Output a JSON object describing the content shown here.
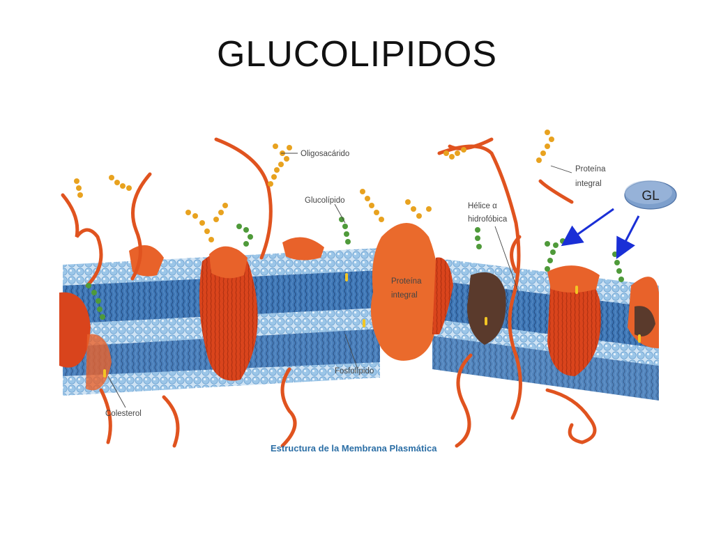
{
  "slide": {
    "title": "GLUCOLIPIDOS"
  },
  "figure": {
    "labels": {
      "oligosacarido": "Oligosacárido",
      "glucolipido": "Glucolípido",
      "proteina_integral_top": "Proteína",
      "proteina_integral_top_2": "integral",
      "helice_1": "Hélice α",
      "helice_2": "hidrofóbica",
      "proteina_integral_center_1": "Proteína",
      "proteina_integral_center_2": "integral",
      "fosfolipido": "Fosfolípido",
      "colesterol": "Colesterol"
    },
    "caption": "Estructura de la Membrana Plasmática",
    "annotation": {
      "text": "GL",
      "arrow_color": "#1a2fd6"
    },
    "colors": {
      "lipid_head": "#a8cdea",
      "lipid_tail": "#3d74b3",
      "protein": "#e8622a",
      "protein_dark": "#c2421a",
      "sugar_yellow": "#e8a21f",
      "sugar_green": "#4f9a3a",
      "cholesterol": "#f2c624"
    }
  }
}
